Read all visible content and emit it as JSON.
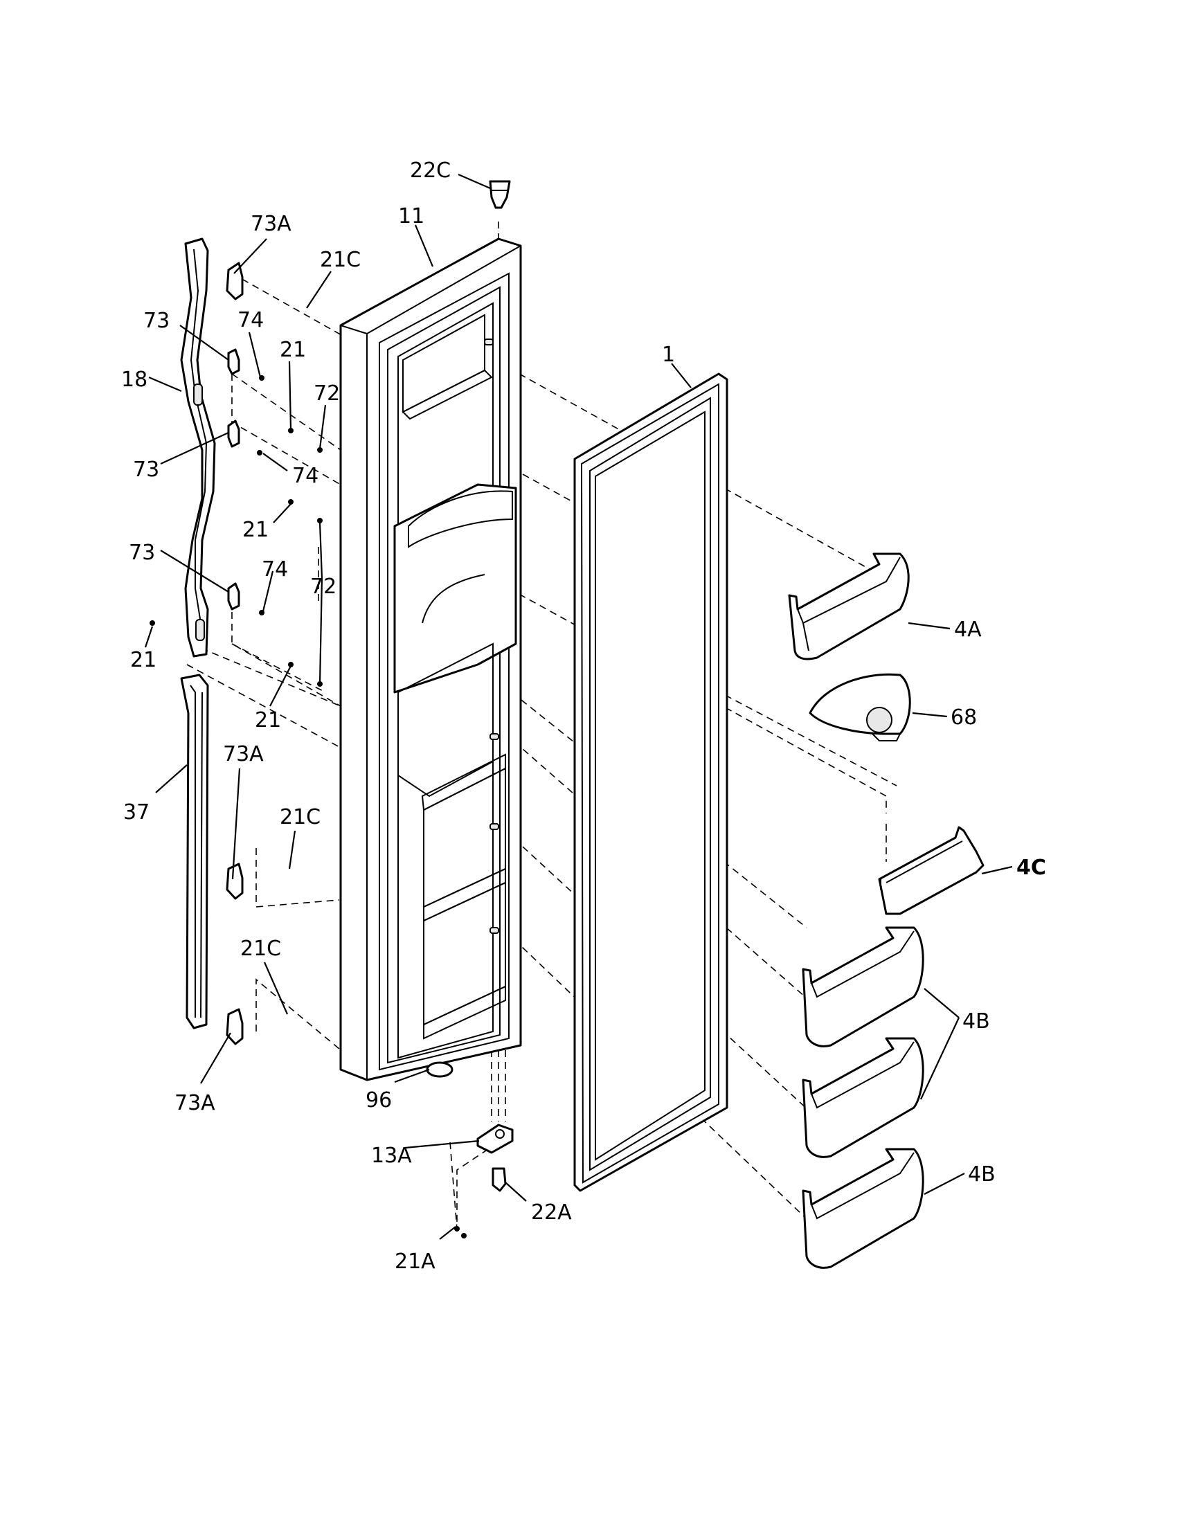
{
  "callouts": {
    "c22C": "22C",
    "c11": "11",
    "c73A_top": "73A",
    "c21C_top": "21C",
    "c73_1": "73",
    "c74_1": "74",
    "c21_1": "21",
    "c72_1": "72",
    "c18": "18",
    "c73_2": "73",
    "c74_2": "74",
    "c21_2": "21",
    "c73_3": "73",
    "c74_3": "74",
    "c72_2": "72",
    "c21_3": "21",
    "c21_4": "21",
    "c1": "1",
    "c4A": "4A",
    "c68": "68",
    "c37": "37",
    "c73A_mid": "73A",
    "c21C_mid": "21C",
    "c4C": "4C",
    "c21C_low": "21C",
    "c4B_1": "4B",
    "c73A_low": "73A",
    "c96": "96",
    "c13A": "13A",
    "c22A": "22A",
    "c4B_2": "4B",
    "c21A": "21A"
  }
}
